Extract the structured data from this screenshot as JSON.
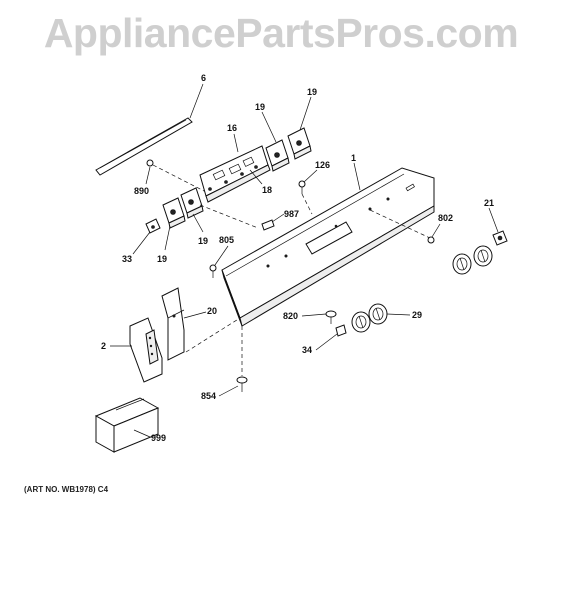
{
  "watermark": "AppliancePartsPros.com",
  "art_number": "(ART NO. WB1978) C4",
  "callouts": {
    "c1": "1",
    "c2": "2",
    "c6": "6",
    "c16": "16",
    "c18": "18",
    "c19a": "19",
    "c19b": "19",
    "c19c": "19",
    "c19d": "19",
    "c20": "20",
    "c21": "21",
    "c29": "29",
    "c33": "33",
    "c34": "34",
    "c126": "126",
    "c802": "802",
    "c805": "805",
    "c820": "820",
    "c854": "854",
    "c890": "890",
    "c987": "987",
    "c999": "999"
  }
}
